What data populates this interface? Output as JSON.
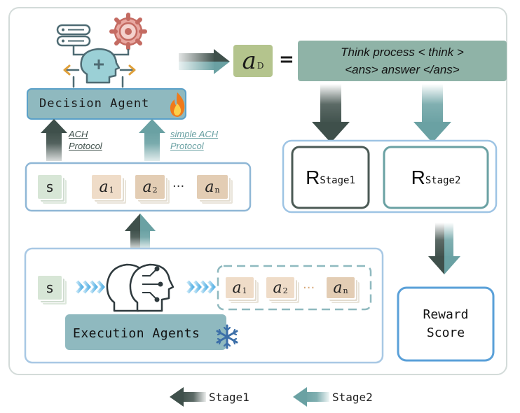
{
  "decision_agent": {
    "label": "Decision Agent"
  },
  "protocols": {
    "ach": [
      "ACH",
      "Protocol"
    ],
    "simple_ach": [
      "simple ACH",
      "Protocol"
    ]
  },
  "state_row": {
    "s_label": "s",
    "actions": [
      {
        "sym": "a",
        "sub": "1"
      },
      {
        "sym": "a",
        "sub": "2"
      },
      {
        "sym": "a",
        "sub": "n"
      }
    ],
    "ellipsis": "···"
  },
  "decision_output": {
    "sym": "a",
    "sub": "D",
    "equals": "=",
    "format_line1": "Think process < think >",
    "format_line2": "<ans> answer </ans>"
  },
  "rewards": [
    {
      "main": "R",
      "sub": "Stage1"
    },
    {
      "main": "R",
      "sub": "Stage2"
    }
  ],
  "reward_score": {
    "line1": "Reward",
    "line2": "Score"
  },
  "execution": {
    "label": "Execution Agents",
    "s_label": "s",
    "actions": [
      {
        "sym": "a",
        "sub": "1"
      },
      {
        "sym": "a",
        "sub": "2"
      },
      {
        "sym": "a",
        "sub": "n"
      }
    ],
    "ellipsis": "···"
  },
  "legend": [
    {
      "label": "Stage1",
      "color": "#3f504b"
    },
    {
      "label": "Stage2",
      "color": "#6aa1a3"
    }
  ],
  "colors": {
    "stage1": "#3f504b",
    "stage2": "#6aa1a3",
    "box_border": "#8fb7d6",
    "agent_fill": "#8fb9bf",
    "formula_fill": "#8fb3a7",
    "ad_fill": "#b4c48d"
  }
}
